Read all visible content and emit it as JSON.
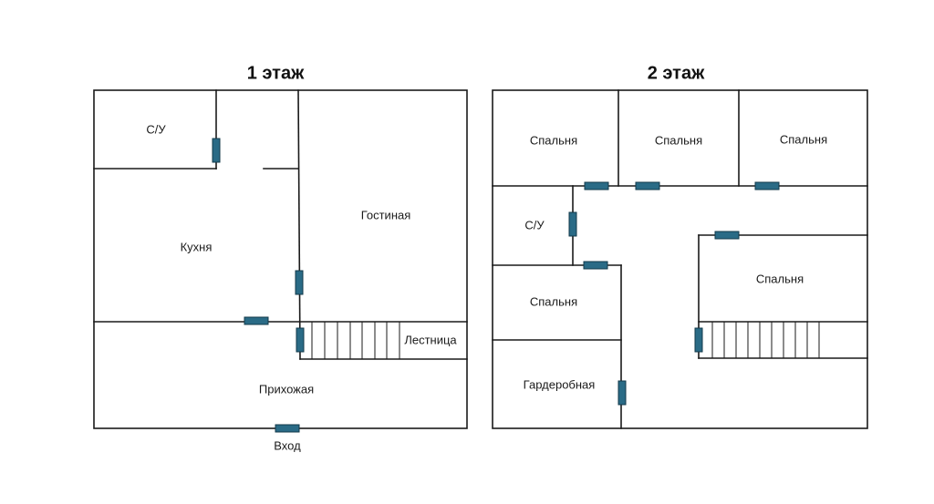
{
  "floors": [
    {
      "title": "1 этаж",
      "rooms": {
        "bathroom": "С/У",
        "kitchen": "Кухня",
        "living_room": "Гостиная",
        "stairs": "Лестница",
        "hallway": "Прихожая"
      },
      "entrance": "Вход"
    },
    {
      "title": "2 этаж",
      "rooms": {
        "bedroom_1": "Спальня",
        "bedroom_2": "Спальня",
        "bedroom_3": "Спальня",
        "bathroom": "С/У",
        "bedroom_4": "Спальня",
        "bedroom_5": "Спальня",
        "wardrobe": "Гардеробная"
      }
    }
  ],
  "colors": {
    "walls": "#1a1a1a",
    "doors": "#2a6b86",
    "background": "#ffffff"
  }
}
